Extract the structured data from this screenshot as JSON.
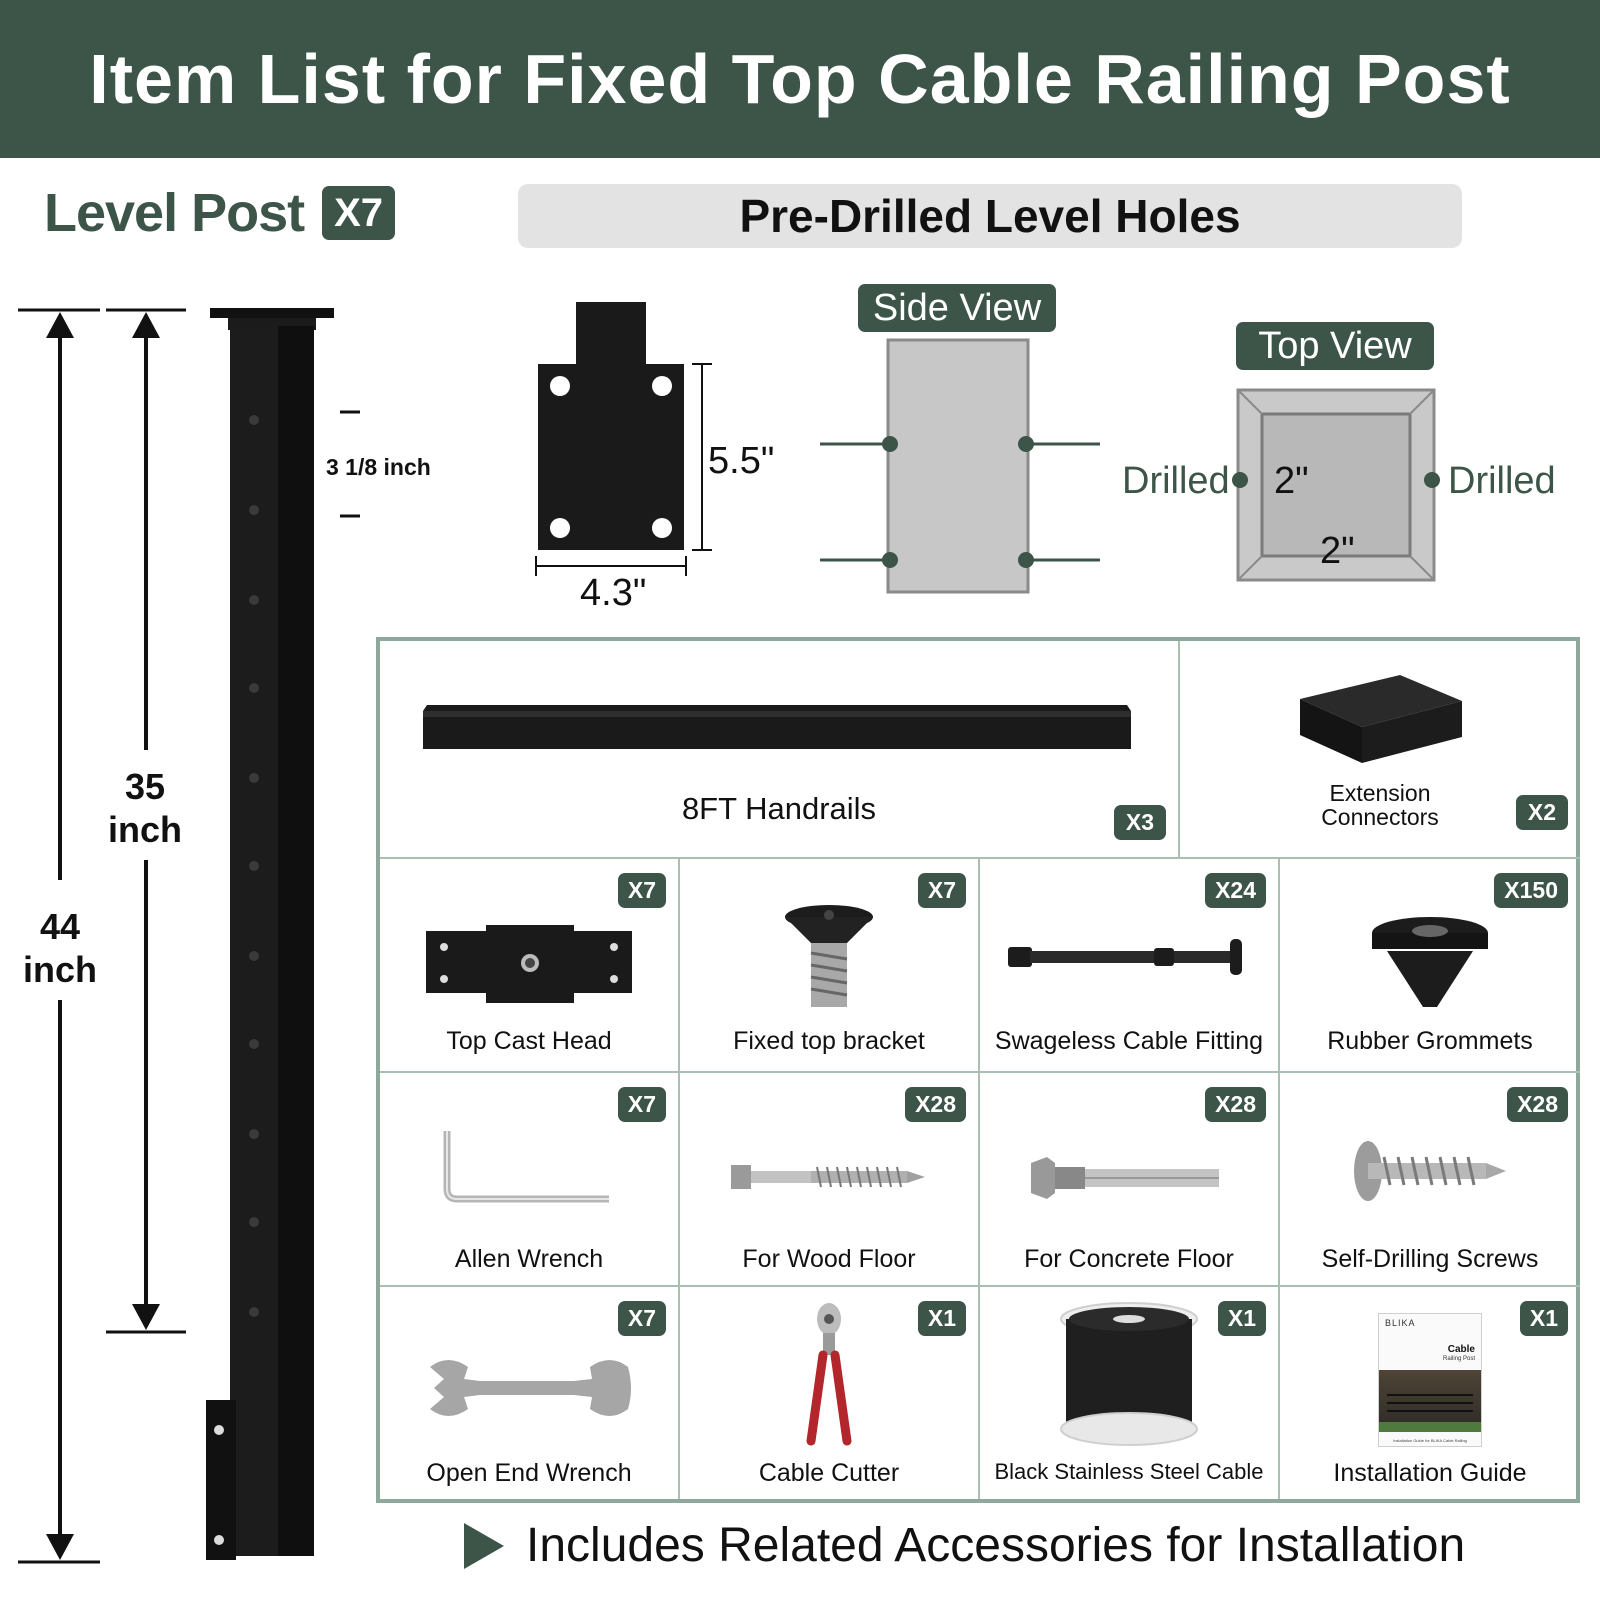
{
  "header": {
    "title": "Item List for Fixed Top Cable Railing Post"
  },
  "post": {
    "title": "Level Post",
    "qty": "X7",
    "height_total": "44\ninch",
    "height_cable": "35\ninch",
    "hole_spacing": "3 1/8 inch"
  },
  "holes": {
    "title": "Pre-Drilled Level Holes",
    "base_height": "5.5\"",
    "base_width": "4.3\"",
    "side_view": "Side View",
    "top_view": "Top View",
    "drilled_left": "Drilled",
    "drilled_right": "Drilled",
    "top_dim_a": "2\"",
    "top_dim_b": "2\""
  },
  "items": {
    "handrails": {
      "label": "8FT Handrails",
      "qty": "X3"
    },
    "extension": {
      "label": "Extension\nConnectors",
      "qty": "X2"
    },
    "cast_head": {
      "label": "Top Cast Head",
      "qty": "X7"
    },
    "bracket": {
      "label": "Fixed top bracket",
      "qty": "X7"
    },
    "swageless": {
      "label": "Swageless Cable Fitting",
      "qty": "X24"
    },
    "grommets": {
      "label": "Rubber Grommets",
      "qty": "X150"
    },
    "allen": {
      "label": "Allen Wrench",
      "qty": "X7"
    },
    "wood": {
      "label": "For Wood Floor",
      "qty": "X28"
    },
    "concrete": {
      "label": "For Concrete Floor",
      "qty": "X28"
    },
    "self_drill": {
      "label": "Self-Drilling Screws",
      "qty": "X28"
    },
    "open_wrench": {
      "label": "Open End Wrench",
      "qty": "X7"
    },
    "cutter": {
      "label": "Cable Cutter",
      "qty": "X1"
    },
    "cable": {
      "label": "Black Stainless Steel Cable",
      "qty": "X1"
    },
    "guide": {
      "label": "Installation Guide",
      "qty": "X1"
    }
  },
  "guide_cover": {
    "brand": "BLIKA",
    "title": "Cable",
    "subtitle": "Railing Post",
    "caption": "Installation Guide for BLIKA Cable Railing"
  },
  "footer": {
    "text": "Includes Related Accessories for Installation"
  },
  "colors": {
    "brand_green": "#3d5549",
    "grid_border": "#8ea89b",
    "banner_gray": "#e3e3e3"
  },
  "icons": [
    "play-triangle-icon",
    "dimension-arrow-icon"
  ]
}
